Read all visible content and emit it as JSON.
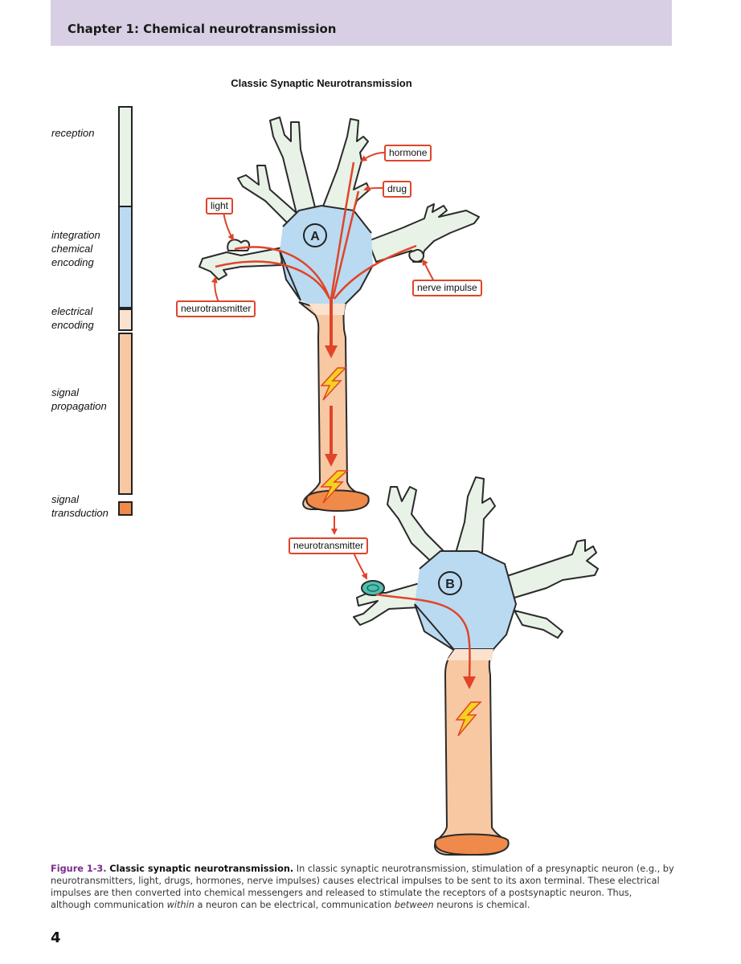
{
  "header": {
    "chapter_title": "Chapter 1: Chemical neurotransmission"
  },
  "figure": {
    "title": "Classic Synaptic Neurotransmission",
    "stages": [
      {
        "label": "reception",
        "color": "#e8f2e7"
      },
      {
        "label": "integration chemical encoding",
        "color": "#b9daf1"
      },
      {
        "label": "electrical encoding",
        "color": "#fbe2cf"
      },
      {
        "label": "signal propagation",
        "color": "#f8c8a2"
      },
      {
        "label": "signal transduction",
        "color": "#f08a4a"
      }
    ],
    "stage_lines": {
      "reception": [
        "reception"
      ],
      "integration": [
        "integration",
        "chemical",
        "encoding"
      ],
      "electrical": [
        "electrical",
        "encoding"
      ],
      "propagation": [
        "signal",
        "propagation"
      ],
      "transduction": [
        "signal",
        "transduction"
      ]
    },
    "neuron_labels": {
      "a": "A",
      "b": "B"
    },
    "callouts": {
      "hormone": "hormone",
      "drug": "drug",
      "light": "light",
      "nerve_impulse": "nerve impulse",
      "neurotransmitter_a": "neurotransmitter",
      "neurotransmitter_b": "neurotransmitter"
    },
    "colors": {
      "dendrite": "#e8f2e7",
      "soma": "#b9daf1",
      "axon": "#f8c8a2",
      "terminal": "#f08a4a",
      "arrow": "#e0442a",
      "bolt": "#f5d21e"
    }
  },
  "caption": {
    "figure_number": "Figure 1-3.",
    "title": "Classic synaptic neurotransmission.",
    "text_1": " In classic synaptic neurotransmission, stimulation of a presynaptic neuron (e.g., by neurotransmitters, light, drugs, hormones, nerve impulses) causes electrical impulses to be sent to its axon terminal. These electrical impulses are then converted into chemical messengers and released to stimulate the receptors of a postsynaptic neuron. Thus, although communication ",
    "emph_1": "within",
    "text_2": " a neuron can be electrical, communication ",
    "emph_2": "between",
    "text_3": " neurons is chemical."
  },
  "page_number": "4"
}
